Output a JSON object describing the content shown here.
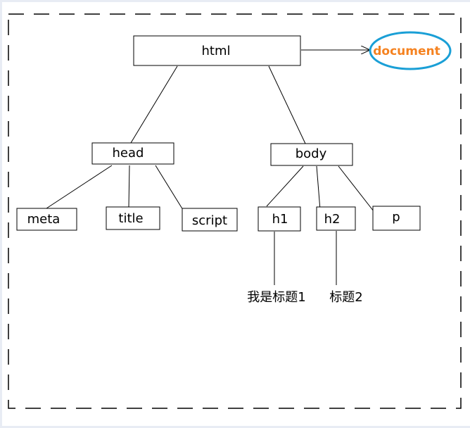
{
  "nodes": {
    "html": "html",
    "head": "head",
    "body": "body",
    "meta": "meta",
    "title": "title",
    "script": "script",
    "h1": "h1",
    "h2": "h2",
    "p": "p"
  },
  "leaves": {
    "h1_text": "我是标题1",
    "h2_text": "标题2"
  },
  "document": {
    "label": "document",
    "text_color": "#f58220",
    "border_color": "#1a9fd6"
  }
}
